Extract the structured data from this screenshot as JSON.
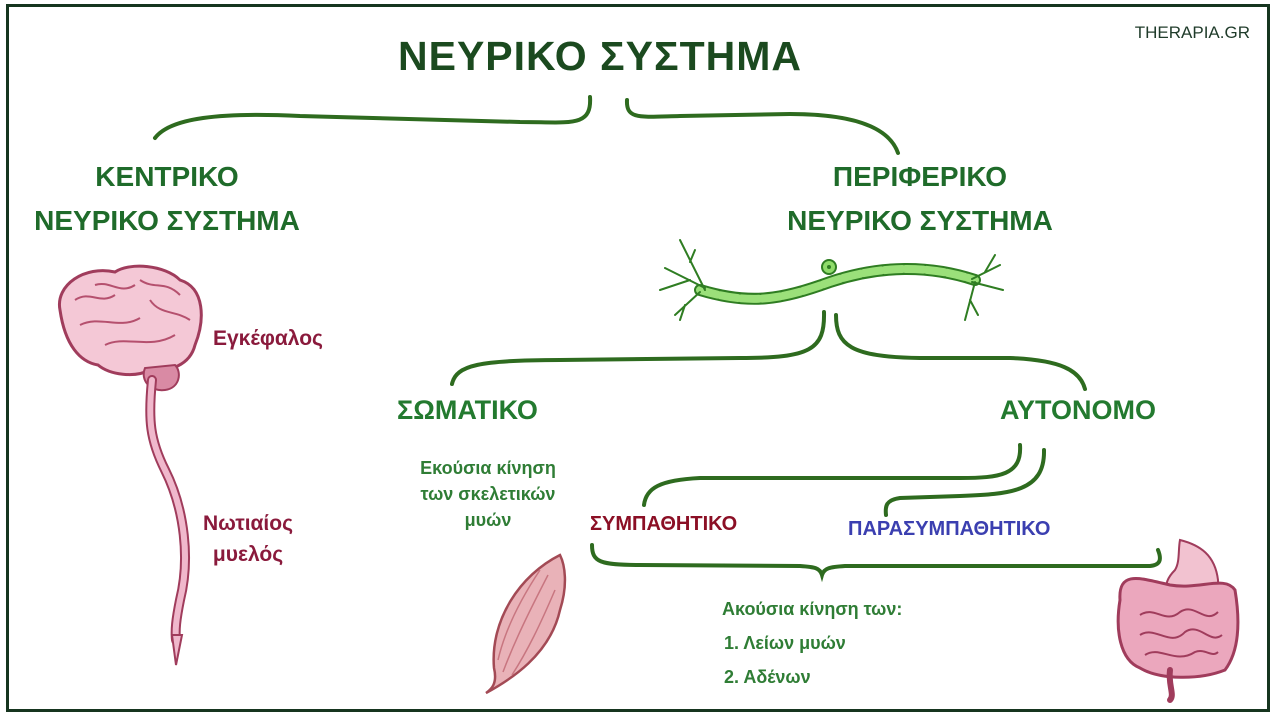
{
  "title": "ΝΕΥΡΙΚΟ ΣΥΣΤΗΜΑ",
  "brand": "THERAPIA.GR",
  "central": {
    "line1": "ΚΕΝΤΡΙΚΟ",
    "line2": "ΝΕΥΡΙΚΟ ΣΥΣΤΗΜΑ",
    "organs": {
      "brain": "Εγκέφαλος",
      "spinal_cord_line1": "Νωτιαίος",
      "spinal_cord_line2": "μυελός"
    }
  },
  "peripheral": {
    "line1": "ΠΕΡΙΦΕΡΙΚΟ",
    "line2": "ΝΕΥΡΙΚΟ ΣΥΣΤΗΜΑ",
    "somatic": {
      "label": "ΣΩΜΑΤΙΚΟ",
      "description": "Εκούσια κίνηση των σκελετικών μυών"
    },
    "autonomic": {
      "label": "ΑΥΤΟΝΟΜΟ",
      "sympathetic": "ΣΥΜΠΑΘΗΤΙΚΟ",
      "parasympathetic": "ΠΑΡΑΣΥΜΠΑΘΗΤΙΚΟ",
      "description_heading": "Ακούσια κίνηση των:",
      "items": [
        "1. Λείων μυών",
        "2. Αδένων"
      ]
    }
  },
  "icons": [
    "brain-icon",
    "spinal-cord-icon",
    "neuron-icon",
    "muscle-icon",
    "digestive-system-icon"
  ],
  "colors": {
    "frame": "#16351f",
    "title": "#1b4a1f",
    "heading": "#1f6b2a",
    "bracket": "#2e6b1f",
    "organ_label": "#8a1a3c",
    "sympathetic": "#8b0f25",
    "parasympathetic": "#3b3fb0",
    "neuron": "#7ccf4f",
    "tissue": "#e9a9c0"
  }
}
